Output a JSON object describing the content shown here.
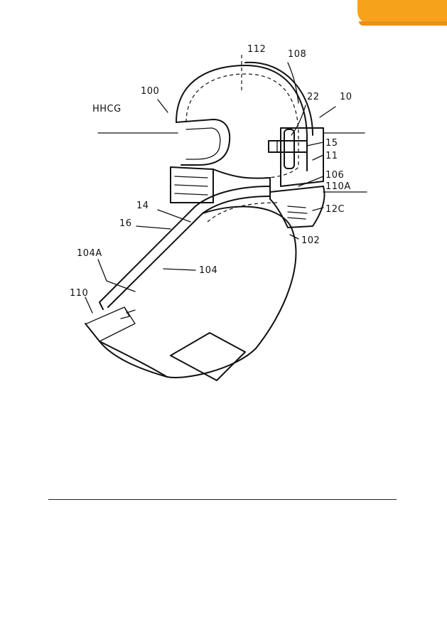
{
  "figure": {
    "labels": {
      "hhcg": "HHCG",
      "n100": "100",
      "n112": "112",
      "n108": "108",
      "n22": "22",
      "n10": "10",
      "n15": "15",
      "n11": "11",
      "n106": "106",
      "n110a": "110A",
      "n12c": "12C",
      "n102": "102",
      "n14": "14",
      "n16": "16",
      "n104a": "104A",
      "n104": "104",
      "n110": "110"
    }
  },
  "colors": {
    "corner_tab": "#f7a21b",
    "ink": "#111111"
  }
}
